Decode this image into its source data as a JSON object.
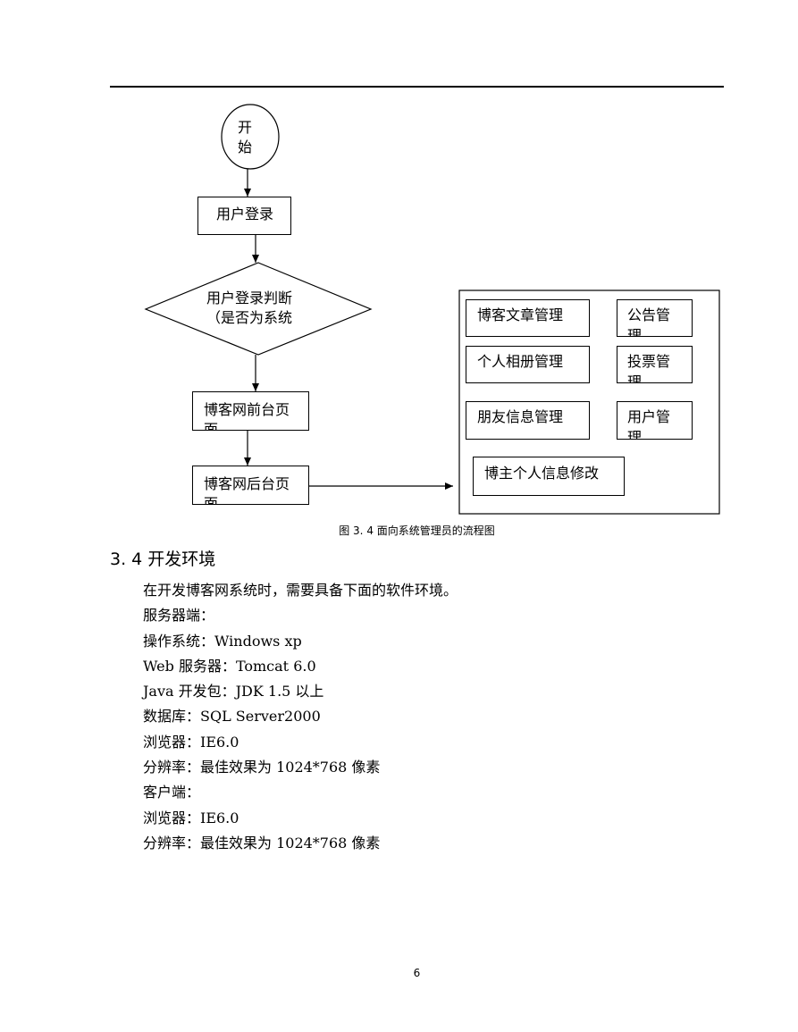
{
  "flowchart": {
    "start": [
      "开",
      "始"
    ],
    "login": "用户登录",
    "decision": [
      "用户登录判断",
      "（是否为系统"
    ],
    "frontend": "博客网前台页",
    "frontend_cut": "面",
    "backend": "博客网后台页",
    "backend_cut": "面",
    "modules": {
      "article": "博客文章管理",
      "notice": "公告管",
      "notice_cut": "理",
      "album": "个人相册管理",
      "vote": "投票管",
      "vote_cut": "理",
      "friends": "朋友信息管理",
      "user": "用户管",
      "user_cut": "理",
      "profile": "博主个人信息修改"
    }
  },
  "caption": "图 3. 4  面向系统管理员的流程图",
  "section": {
    "heading": "3. 4 开发环境",
    "lines": [
      "在开发博客网系统时，需要具备下面的软件环境。",
      "服务器端：",
      "操作系统：Windows xp",
      "Web 服务器：Tomcat 6.0",
      "Java  开发包：JDK 1.5 以上",
      "数据库：SQL Server2000",
      "浏览器：IE6.0",
      "分辨率：最佳效果为 1024*768 像素",
      "客户端：",
      "浏览器：IE6.0",
      "分辨率：最佳效果为 1024*768 像素"
    ]
  },
  "page_number": "6"
}
